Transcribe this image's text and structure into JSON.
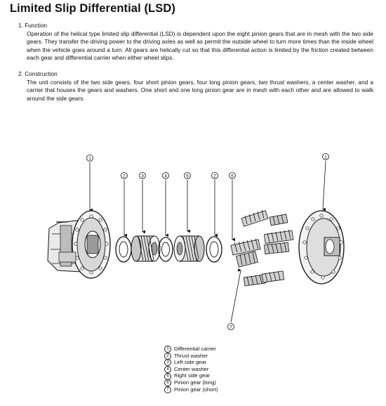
{
  "title": "Limited Slip Differential (LSD)",
  "sections": [
    {
      "heading": "1. Function",
      "text": "Operation of the helical type limited slip differential (LSD) is dependent upon the eight pinion gears that are in mesh with the two side gears. They transfer the driving power to the driving axles as well as permit the outside wheel to turn more times than the inside wheel when the vehicle goes around a turn. All gears are helically cut so that this differential action is limited by the friction created between each gear and differential carrier when either wheel slips."
    },
    {
      "heading": "2. Construction",
      "text": "The unit consists of the two side gears, four short pinion gears, four long pinion gears, two thrust washers, a center washer, and a carrier that houses the gears and washers. One short and one long pinion gear are in mesh with each other and are allowed to walk around the side gears."
    }
  ],
  "callouts": [
    "1",
    "2",
    "3",
    "4",
    "5",
    "2",
    "6",
    "1",
    "7"
  ],
  "legend": [
    {
      "num": "1",
      "label": "Differential carrier"
    },
    {
      "num": "2",
      "label": "Thrust washer"
    },
    {
      "num": "3",
      "label": "Left side gear"
    },
    {
      "num": "4",
      "label": "Center washer"
    },
    {
      "num": "5",
      "label": "Right side gear"
    },
    {
      "num": "6",
      "label": "Pinion gear (long)"
    },
    {
      "num": "7",
      "label": "Pinion gear (short)"
    }
  ]
}
